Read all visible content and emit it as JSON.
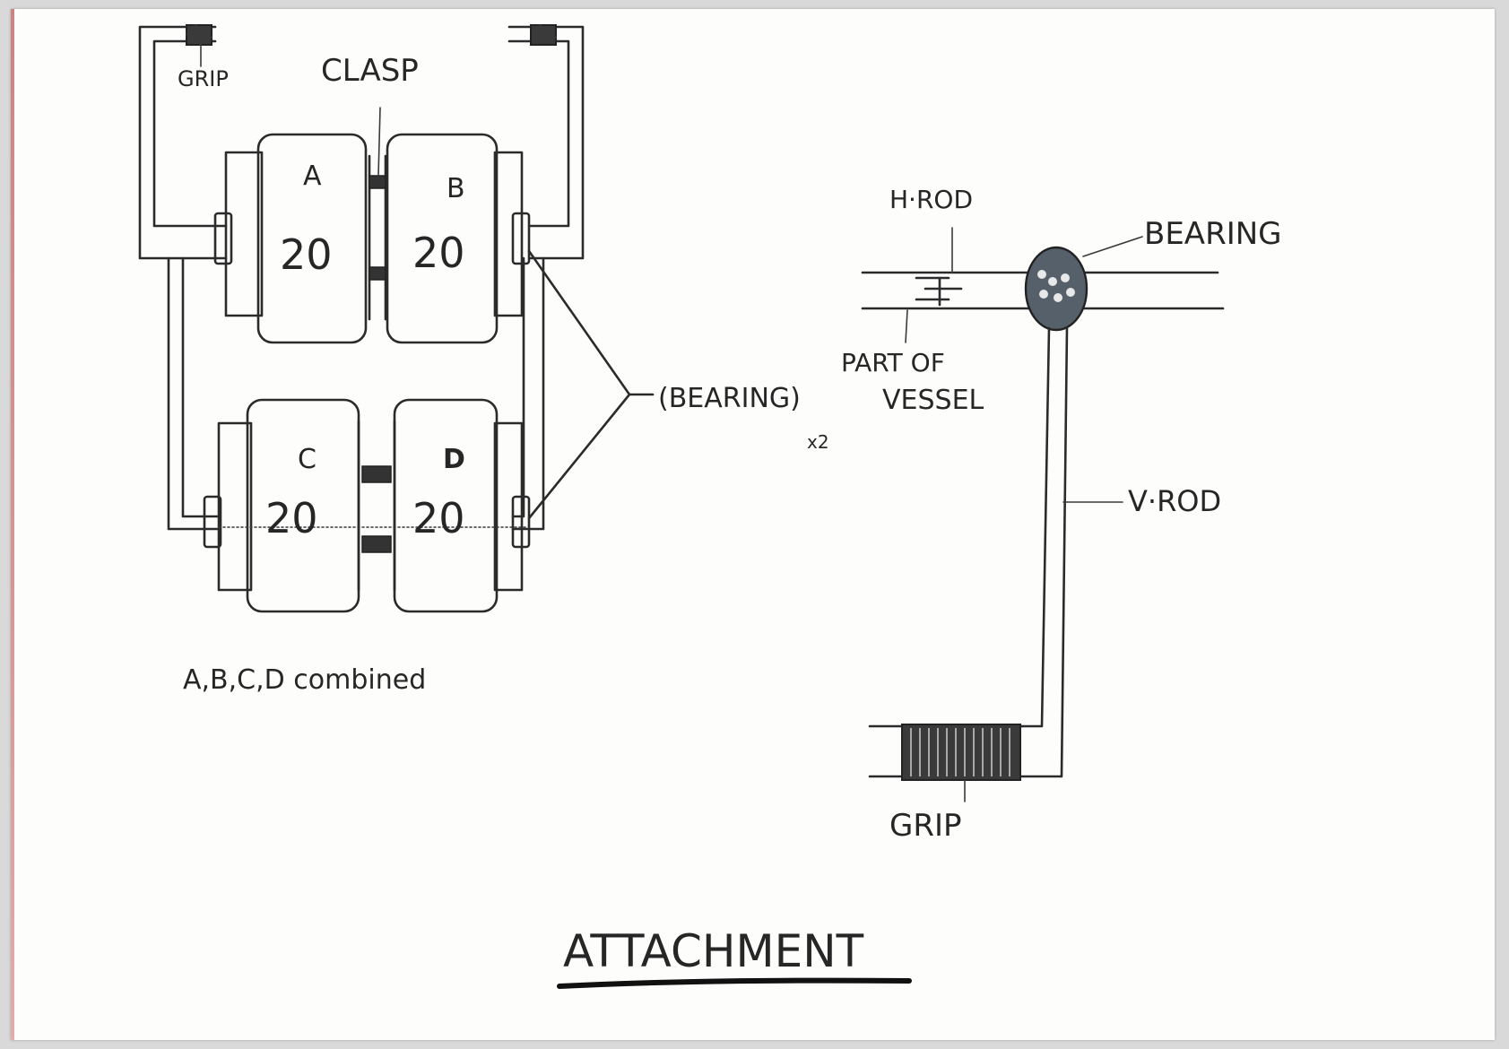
{
  "title": "ATTACHMENT",
  "labels": {
    "grip_top": "GRIP",
    "clasp": "CLASP",
    "box_a_letter": "A",
    "box_b_letter": "B",
    "box_c_letter": "C",
    "box_d_letter": "D",
    "box_a_value": "20",
    "box_b_value": "20",
    "box_c_value": "20",
    "box_d_value": "20",
    "combined": "A,B,C,D combined",
    "bearing_center": "(BEARING)",
    "bearing_multiplier": "x2",
    "h_rod": "H·ROD",
    "bearing_right": "BEARING",
    "part_of_vessel_line1": "PART OF",
    "part_of_vessel_line2": "VESSEL",
    "v_rod": "V·ROD",
    "grip_bottom": "GRIP"
  },
  "colors": {
    "ink": "#2b2b2b",
    "paper": "#fdfdfc",
    "bearing_fill": "#55606a",
    "grip_fill": "#3a3a3a"
  }
}
